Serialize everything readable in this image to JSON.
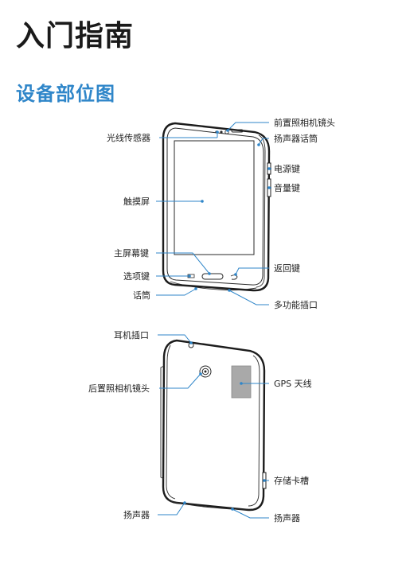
{
  "page": {
    "title": "入门指南",
    "section_title": "设备部位图"
  },
  "front_labels": {
    "front_camera": "前置照相机镜头",
    "light_sensor": "光线传感器",
    "earpiece": "扬声器话筒",
    "power_key": "电源键",
    "volume_key": "音量键",
    "touch_screen": "触摸屏",
    "home_key": "主屏幕键",
    "back_key": "返回键",
    "menu_key": "选项键",
    "microphone": "话筒",
    "multipurpose_jack": "多功能插口"
  },
  "back_labels": {
    "headset_jack": "耳机插口",
    "gps_antenna": "GPS 天线",
    "rear_camera": "后置照相机镜头",
    "memory_card_slot": "存储卡槽",
    "speaker_left": "扬声器",
    "speaker_right": "扬声器"
  },
  "colors": {
    "heading_accent": "#2f86c9",
    "leader_line": "#2f86c9",
    "antenna_fill": "#a9a9a9"
  }
}
